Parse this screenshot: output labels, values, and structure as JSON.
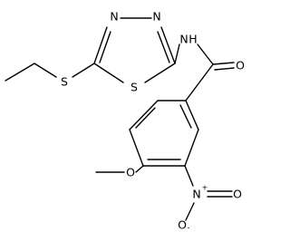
{
  "atoms": {
    "n_thiadiazole_left": "N",
    "n_thiadiazole_right": "N",
    "s_ring": "S",
    "s_thioether": "S",
    "n_amide": "N",
    "h_amide": "H",
    "o_carbonyl": "O",
    "o_methoxy": "O",
    "n_nitro": "N",
    "n_nitro_charge": "+",
    "o_nitro_double": "O",
    "o_nitro_single": "O",
    "o_nitro_charge": "-"
  }
}
